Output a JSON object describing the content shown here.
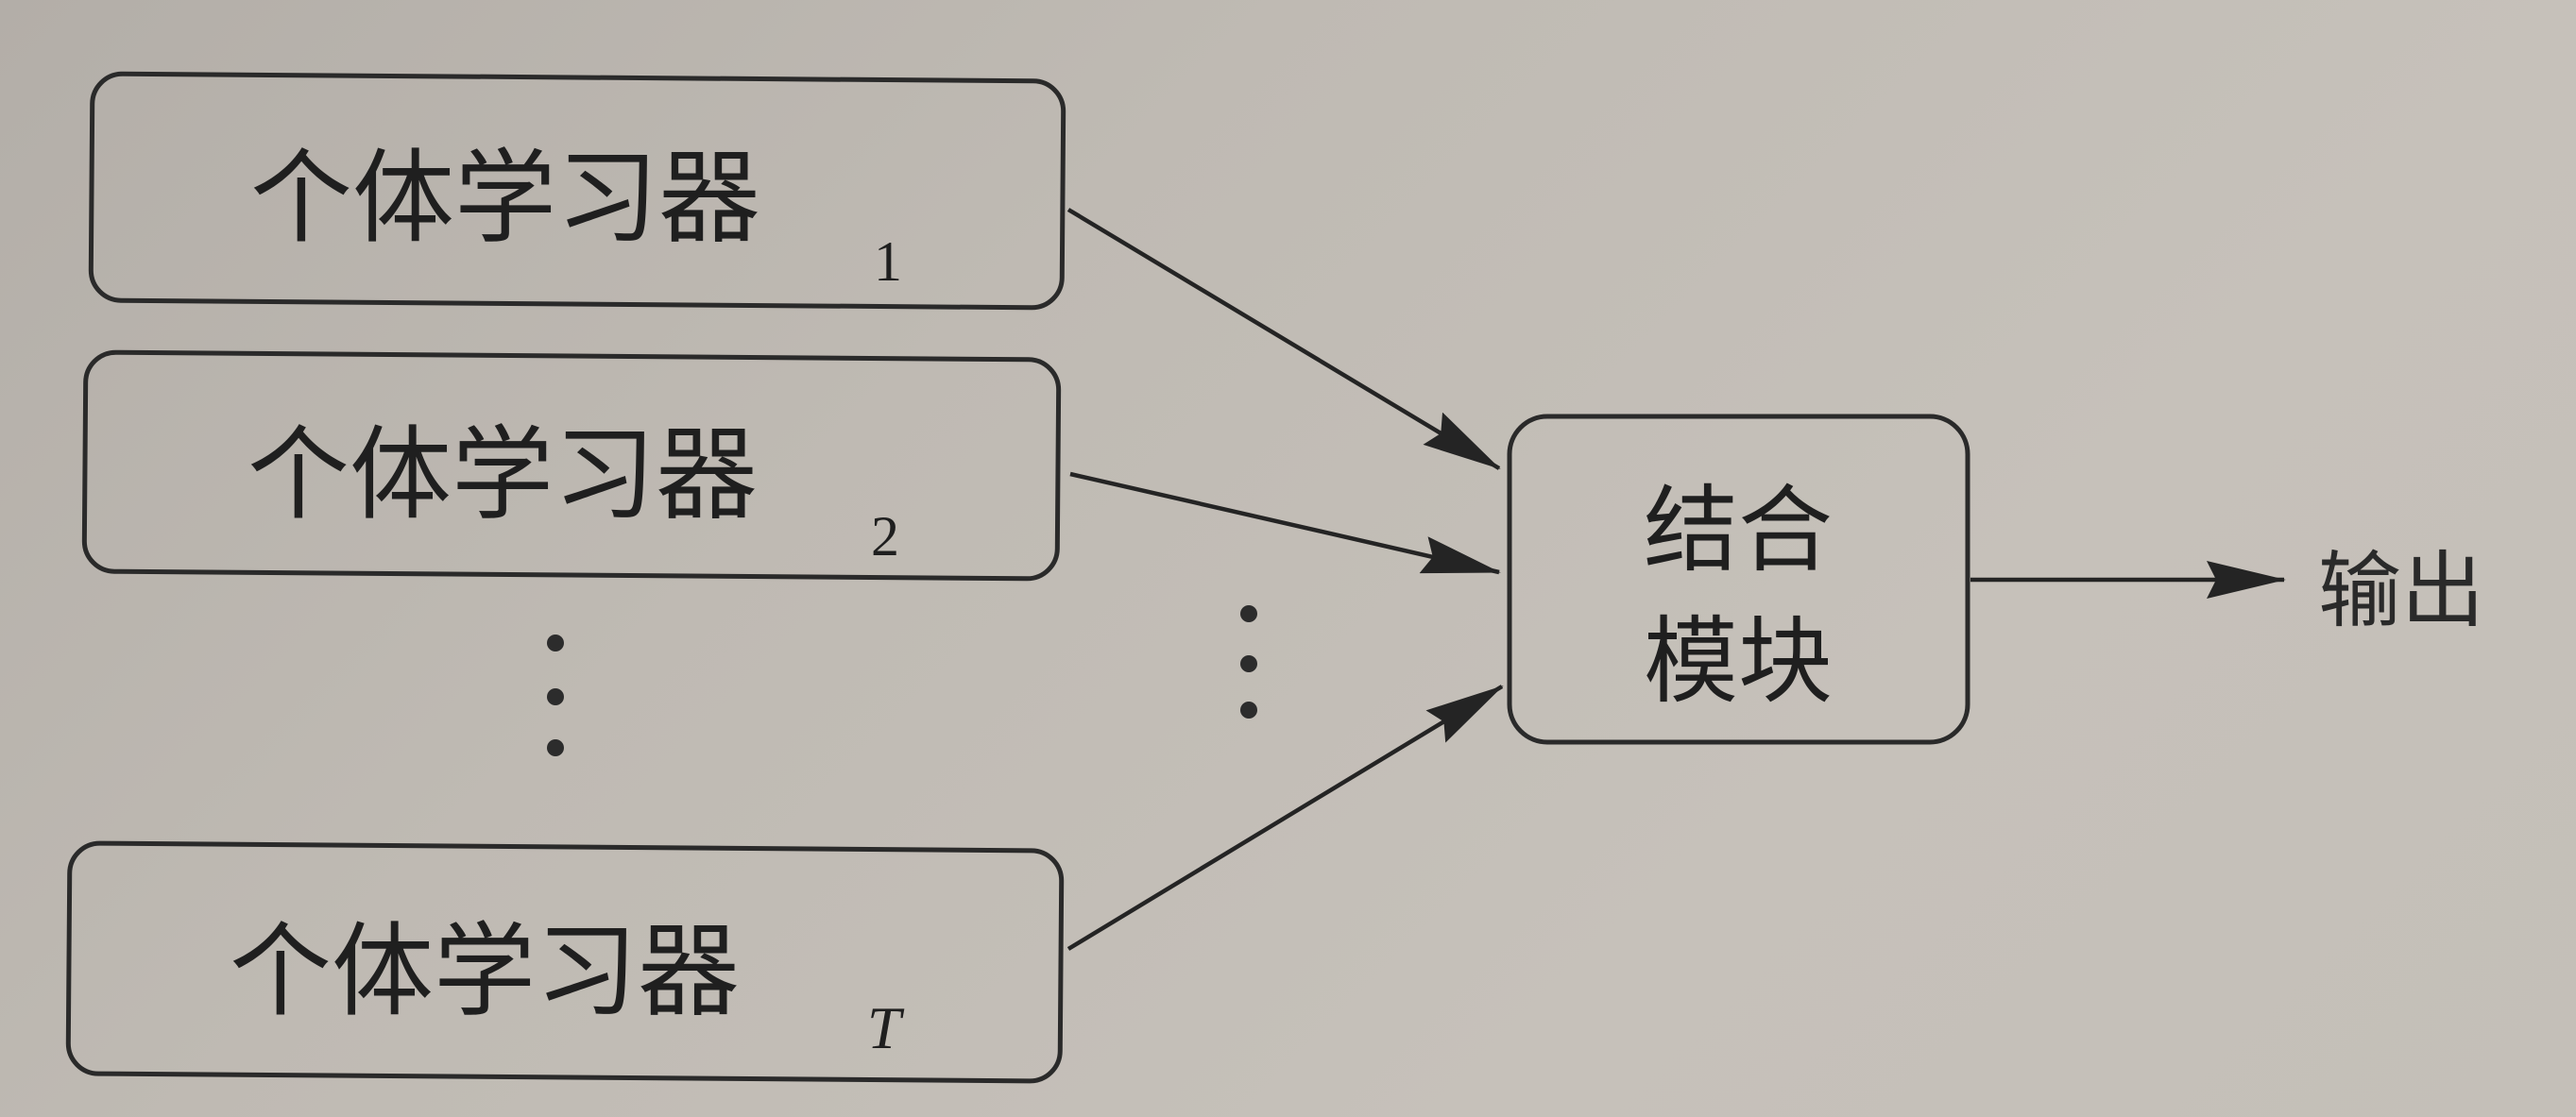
{
  "learners": [
    {
      "label": "个体学习器",
      "subscript": "1"
    },
    {
      "label": "个体学习器",
      "subscript": "2"
    },
    {
      "label": "个体学习器",
      "subscript": "T"
    }
  ],
  "combiner": {
    "line1": "结合",
    "line2": "模块"
  },
  "output_label": "输出"
}
